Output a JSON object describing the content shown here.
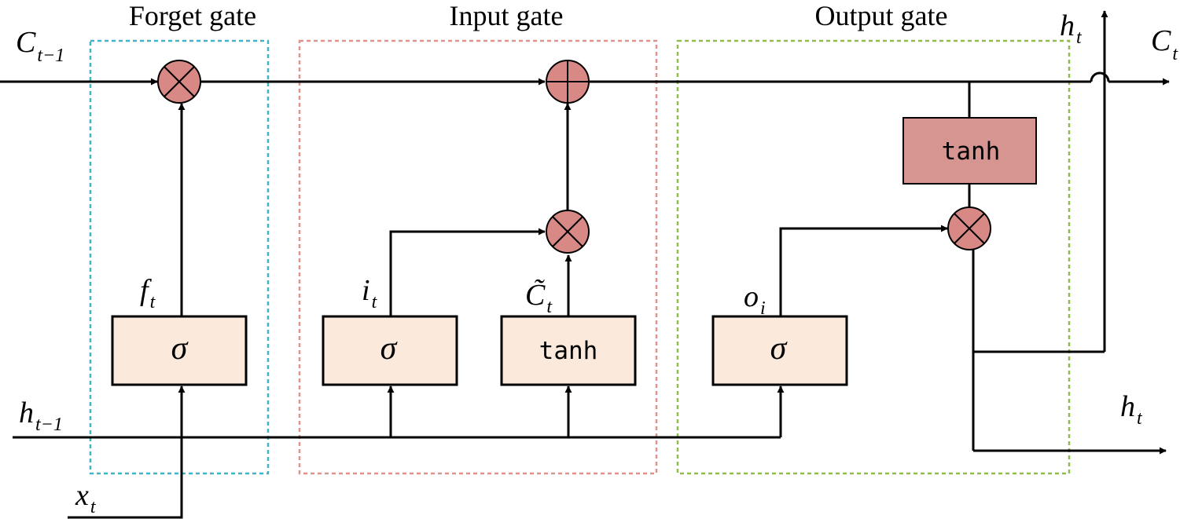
{
  "gates": {
    "forget": "Forget gate",
    "input": "Input gate",
    "output": "Output gate"
  },
  "colors": {
    "forget_border": "#3fb3c9",
    "input_border": "#e0928d",
    "output_border": "#8fbc4a",
    "activation_box_fill": "#fbe9dc",
    "output_tanh_fill": "#d79591",
    "operator_fill": "#d88986"
  },
  "labels": {
    "c_prev": {
      "main": "C",
      "sub": "t−1"
    },
    "c_t": {
      "main": "C",
      "sub": "t"
    },
    "h_prev": {
      "main": "h",
      "sub": "t−1"
    },
    "x_t": {
      "main": "x",
      "sub": "t"
    },
    "h_t_top": {
      "main": "h",
      "sub": "t"
    },
    "h_t_right": {
      "main": "h",
      "sub": "t"
    },
    "f_t": {
      "main": "f",
      "sub": "t"
    },
    "i_t": {
      "main": "i",
      "sub": "t"
    },
    "c_tilde": {
      "main": "C̃",
      "sub": "t"
    },
    "o_i": {
      "main": "o",
      "sub": "i"
    }
  },
  "boxes": {
    "forget_sigma": "σ",
    "input_sigma": "σ",
    "input_tanh": "tanh",
    "output_sigma": "σ",
    "cell_tanh": "tanh"
  },
  "operators": {
    "multiply": "multiply-icon",
    "add": "add-icon"
  }
}
